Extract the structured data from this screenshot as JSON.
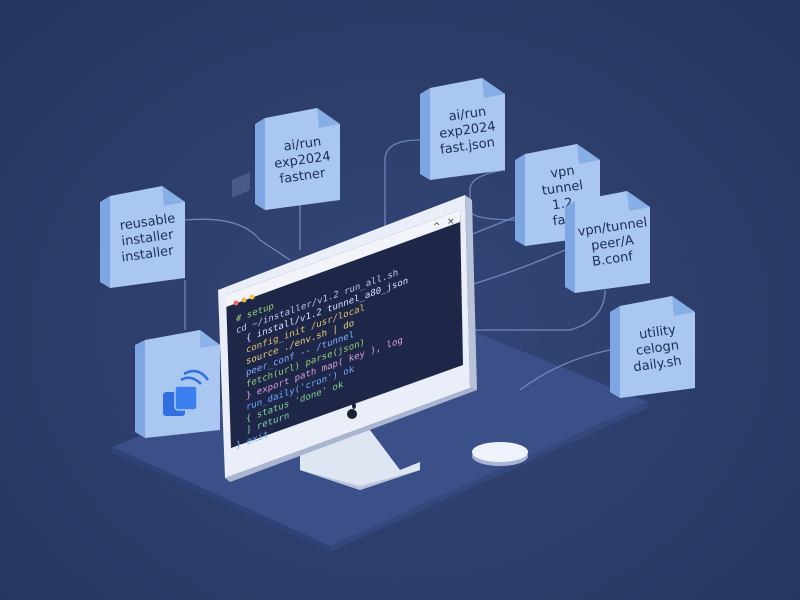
{
  "files": [
    {
      "lines": [
        "reusable",
        "installer",
        "installer"
      ]
    },
    {
      "lines": [
        "ai/run",
        "exp2024",
        "fastner"
      ]
    },
    {
      "lines": [
        "ai/run",
        "exp2024",
        "fast.json"
      ]
    },
    {
      "lines": [
        "vpn",
        "tunnel",
        "1.2",
        "fas"
      ]
    },
    {
      "lines": [
        "vpn/tunnel",
        "peer/A",
        "B.conf"
      ]
    },
    {
      "lines": [
        "utility",
        "celogn",
        "daily.sh"
      ]
    }
  ],
  "screen": {
    "titlebar_buttons": [
      "minimize-icon",
      "close-icon"
    ],
    "code_lines": [
      {
        "text": "# setup",
        "color": "#8fd17a"
      },
      {
        "text": "cd ~/installer/v1.2   run_all.sh",
        "color": "#b9c8f0"
      },
      {
        "text": "{  install/v1.2  tunnel_a80_json",
        "color": "#d7e0ff"
      },
      {
        "text": "   config_init  /usr/local",
        "color": "#e0c070"
      },
      {
        "text": "   source ./env.sh | do",
        "color": "#f0d080"
      },
      {
        "text": "   peer_conf -- /tunnel",
        "color": "#7fb0ff"
      },
      {
        "text": "   fetch(url)  parse(json)",
        "color": "#8fd17a"
      },
      {
        "text": "}  export path  map( key ), log",
        "color": "#d9a0e0"
      },
      {
        "text": "  run_daily('cron')  ok",
        "color": "#6fa8ff"
      },
      {
        "text": "  {  status  'done'  ok",
        "color": "#80d090"
      },
      {
        "text": "  ]  return",
        "color": "#80d0b0"
      },
      {
        "text": "}  exit",
        "color": "#6fa8ff"
      }
    ]
  },
  "colors": {
    "background": "#2e3f6c",
    "platform": "#3b5088",
    "file_face": "#a9c7f0",
    "file_side": "#7ea6e2",
    "screen": "#1e2748",
    "accent_blue": "#2f6fe0"
  }
}
